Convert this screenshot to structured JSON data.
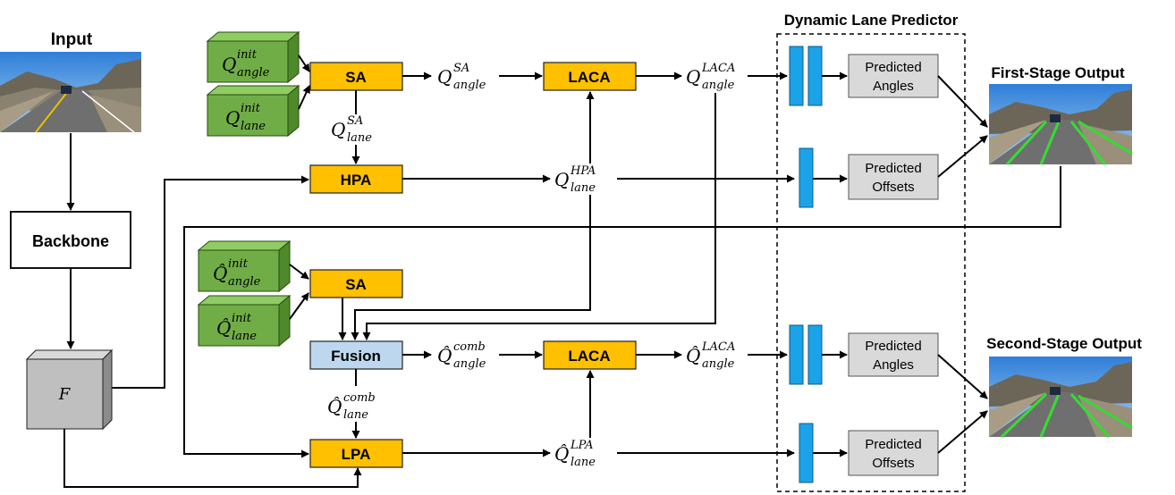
{
  "title": "Dynamic Lane Predictor",
  "input": {
    "label": "Input"
  },
  "backbone": {
    "label": "Backbone"
  },
  "feature": {
    "label": "F"
  },
  "stage1": {
    "queries": [
      {
        "symbol": "Q",
        "hat": false,
        "sup": "init",
        "sub": "angle"
      },
      {
        "symbol": "Q",
        "hat": false,
        "sup": "init",
        "sub": "lane"
      }
    ],
    "sa": "SA",
    "q_sa_angle": {
      "symbol": "Q",
      "hat": false,
      "sup": "SA",
      "sub": "angle"
    },
    "q_sa_lane": {
      "symbol": "Q",
      "hat": false,
      "sup": "SA",
      "sub": "lane"
    },
    "laca": "LACA",
    "q_laca_angle": {
      "symbol": "Q",
      "hat": false,
      "sup": "LACA",
      "sub": "angle"
    },
    "hpa": "HPA",
    "q_hpa_lane": {
      "symbol": "Q",
      "hat": false,
      "sup": "HPA",
      "sub": "lane"
    },
    "predicted_angles": [
      "Predicted",
      "Angles"
    ],
    "predicted_offsets": [
      "Predicted",
      "Offsets"
    ],
    "output_label": "First-Stage Output"
  },
  "stage2": {
    "queries": [
      {
        "symbol": "Q",
        "hat": true,
        "sup": "init",
        "sub": "angle"
      },
      {
        "symbol": "Q",
        "hat": true,
        "sup": "init",
        "sub": "lane"
      }
    ],
    "sa": "SA",
    "fusion": "Fusion",
    "q_comb_angle": {
      "symbol": "Q",
      "hat": true,
      "sup": "comb",
      "sub": "angle"
    },
    "q_comb_lane": {
      "symbol": "Q",
      "hat": true,
      "sup": "comb",
      "sub": "lane"
    },
    "laca": "LACA",
    "q_laca_angle": {
      "symbol": "Q",
      "hat": true,
      "sup": "LACA",
      "sub": "angle"
    },
    "lpa": "LPA",
    "q_lpa_lane": {
      "symbol": "Q",
      "hat": true,
      "sup": "LPA",
      "sub": "lane"
    },
    "predicted_angles": [
      "Predicted",
      "Angles"
    ],
    "predicted_offsets": [
      "Predicted",
      "Offsets"
    ],
    "output_label": "Second-Stage Output"
  },
  "colors": {
    "module": "#FFC000",
    "fusion": "#BDD7EE",
    "query_cube": "#70AD47",
    "feature_cube": "#BFBFBF",
    "predictor_bar": "#1AA3E8",
    "predicted_box": "#D9D9D9",
    "lane_line": "#33DD33"
  },
  "icons": {
    "query": "cube-icon",
    "road": "road-photo",
    "bar": "fc-bar"
  }
}
